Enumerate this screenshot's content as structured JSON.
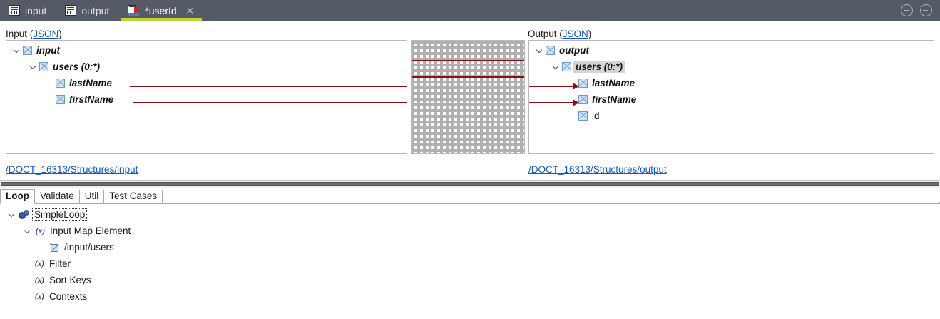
{
  "window": {
    "minimize_label": "minimize",
    "maximize_label": "maximize"
  },
  "tabs": [
    {
      "label": "input",
      "icon": "document-icon",
      "active": false,
      "closable": false
    },
    {
      "label": "output",
      "icon": "document-icon",
      "active": false,
      "closable": false
    },
    {
      "label": "*userId",
      "icon": "document-run-icon",
      "active": true,
      "closable": true,
      "close_glyph": "✕"
    }
  ],
  "input_panel": {
    "title_prefix": "Input (",
    "title_link": "JSON",
    "title_suffix": ")",
    "path_link": "/DOCT_16313/Structures/input",
    "tree": [
      {
        "label": "input",
        "indent": 0,
        "expander": true,
        "bold": true,
        "selected": false
      },
      {
        "label": "users (0:*)",
        "indent": 1,
        "expander": true,
        "bold": true,
        "selected": false
      },
      {
        "label": "lastName",
        "indent": 2,
        "expander": false,
        "bold": true,
        "selected": false
      },
      {
        "label": "firstName",
        "indent": 2,
        "expander": false,
        "bold": true,
        "selected": false
      }
    ]
  },
  "output_panel": {
    "title_prefix": "Output (",
    "title_link": "JSON",
    "title_suffix": ")",
    "path_link": "/DOCT_16313/Structures/output",
    "tree": [
      {
        "label": "output",
        "indent": 0,
        "expander": true,
        "bold": true,
        "selected": false
      },
      {
        "label": "users (0:*)",
        "indent": 1,
        "expander": true,
        "bold": true,
        "selected": true
      },
      {
        "label": "lastName",
        "indent": 2,
        "expander": false,
        "bold": true,
        "selected": false
      },
      {
        "label": "firstName",
        "indent": 2,
        "expander": false,
        "bold": true,
        "selected": false
      },
      {
        "label": "id",
        "indent": 2,
        "expander": false,
        "bold": false,
        "selected": false
      }
    ]
  },
  "mappings": [
    {
      "from": "lastName",
      "to": "lastName"
    },
    {
      "from": "firstName",
      "to": "firstName"
    }
  ],
  "lower_tabs": [
    {
      "label": "Loop",
      "active": true
    },
    {
      "label": "Validate",
      "active": false
    },
    {
      "label": "Util",
      "active": false
    },
    {
      "label": "Test Cases",
      "active": false
    }
  ],
  "loop_tree": [
    {
      "label": "SimpleLoop",
      "indent": 0,
      "icon": "gears-icon",
      "expander": true,
      "focused": true
    },
    {
      "label": "Input Map Element",
      "indent": 1,
      "icon": "fx-icon",
      "expander": true,
      "focused": false
    },
    {
      "label": "/input/users",
      "indent": 2,
      "icon": "map-elem-icon",
      "expander": false,
      "focused": false
    },
    {
      "label": "Filter",
      "indent": 1,
      "icon": "fx-icon",
      "expander": false,
      "focused": false
    },
    {
      "label": "Sort Keys",
      "indent": 1,
      "icon": "fx-icon",
      "expander": false,
      "focused": false
    },
    {
      "label": "Contexts",
      "indent": 1,
      "icon": "fx-icon",
      "expander": false,
      "focused": false
    }
  ],
  "icons": {
    "fx_glyph": "(x)"
  },
  "colors": {
    "tabbar_bg": "#545b67",
    "active_tab_underline": "#c3d435",
    "link": "#1256c4",
    "connector": "#8b0f14",
    "tree_icon_fill": "#cfe4f7",
    "selection": "#d4d4d4"
  }
}
